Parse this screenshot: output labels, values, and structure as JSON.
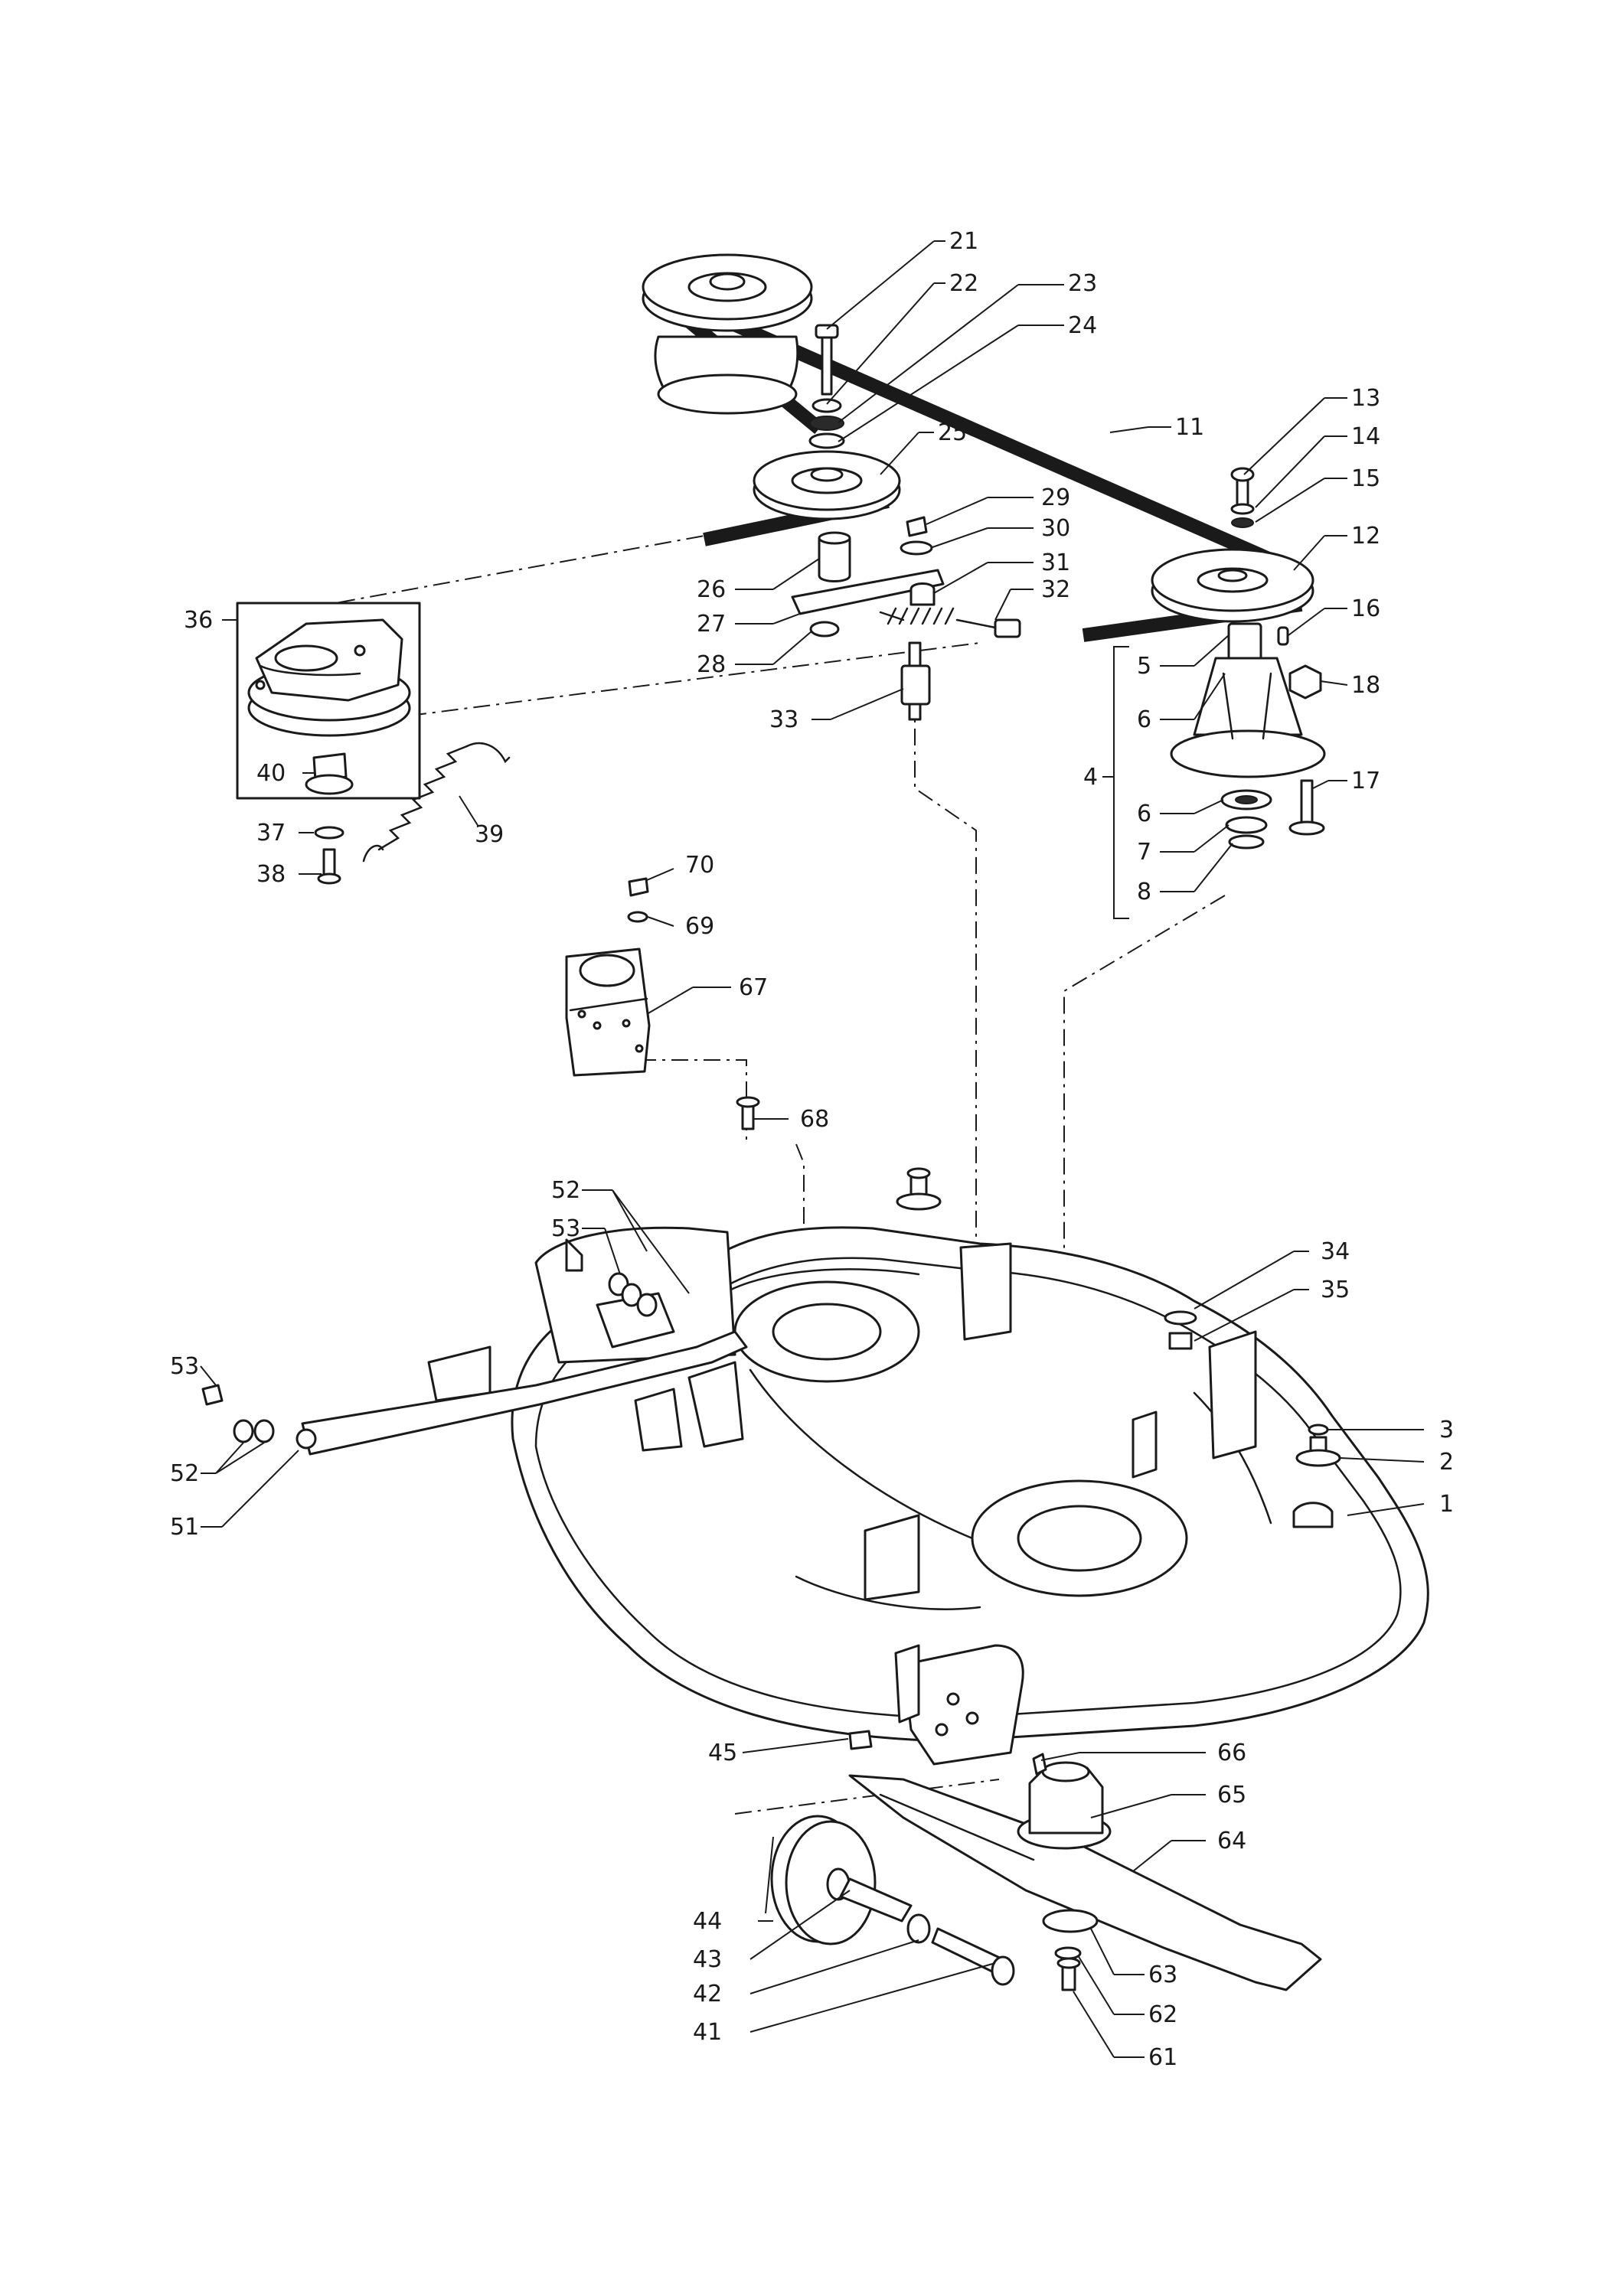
{
  "callouts": {
    "c1": "1",
    "c2": "2",
    "c3": "3",
    "c4": "4",
    "c5": "5",
    "c6a": "6",
    "c6b": "6",
    "c7": "7",
    "c8": "8",
    "c11": "11",
    "c12": "12",
    "c13": "13",
    "c14": "14",
    "c15": "15",
    "c16": "16",
    "c17": "17",
    "c18": "18",
    "c21": "21",
    "c22": "22",
    "c23": "23",
    "c24": "24",
    "c25": "25",
    "c26": "26",
    "c27": "27",
    "c28": "28",
    "c29": "29",
    "c30": "30",
    "c31": "31",
    "c32": "32",
    "c33": "33",
    "c34": "34",
    "c35": "35",
    "c36": "36",
    "c37": "37",
    "c38": "38",
    "c39": "39",
    "c40": "40",
    "c41": "41",
    "c42": "42",
    "c43": "43",
    "c44": "44",
    "c45": "45",
    "c51": "51",
    "c52a": "52",
    "c52b": "52",
    "c53a": "53",
    "c53b": "53",
    "c61": "61",
    "c62": "62",
    "c63": "63",
    "c64": "64",
    "c65": "65",
    "c66": "66",
    "c67": "67",
    "c68": "68",
    "c69": "69",
    "c70": "70"
  }
}
